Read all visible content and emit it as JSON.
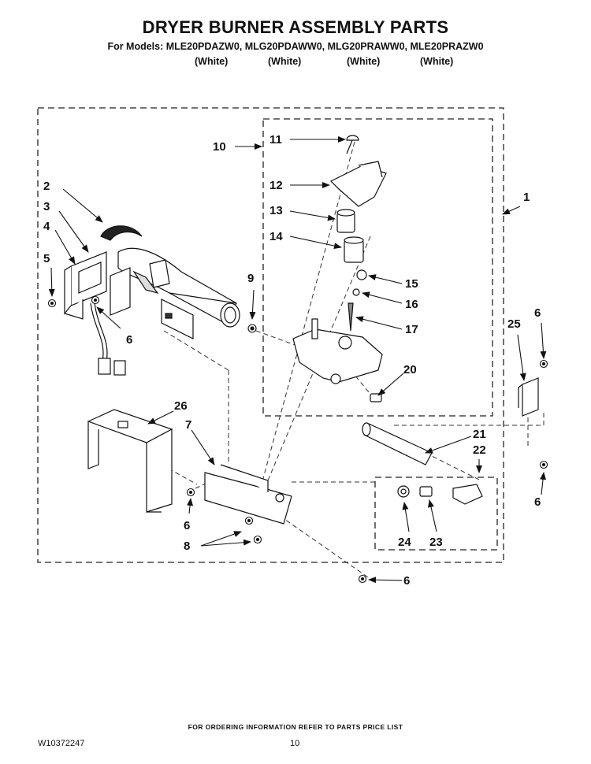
{
  "header": {
    "title": "DRYER BURNER ASSEMBLY PARTS",
    "models_line": "For Models: MLE20PDAZW0, MLG20PDAWW0, MLG20PRAWW0, MLE20PRAZW0",
    "colors": [
      "(White)",
      "(White)",
      "(White)",
      "(White)"
    ]
  },
  "callouts": {
    "c1": "1",
    "c2": "2",
    "c3": "3",
    "c4": "4",
    "c5": "5",
    "c6a": "6",
    "c6b": "6",
    "c6c": "6",
    "c6d": "6",
    "c6e": "6",
    "c7": "7",
    "c8": "8",
    "c9": "9",
    "c10": "10",
    "c11": "11",
    "c12": "12",
    "c13": "13",
    "c14": "14",
    "c15": "15",
    "c16": "16",
    "c17": "17",
    "c20": "20",
    "c21": "21",
    "c22": "22",
    "c23": "23",
    "c24": "24",
    "c25": "25",
    "c26": "26"
  },
  "footer": {
    "ordering_info": "FOR ORDERING INFORMATION REFER TO PARTS PRICE LIST",
    "doc_number": "W10372247",
    "page_number": "10"
  }
}
